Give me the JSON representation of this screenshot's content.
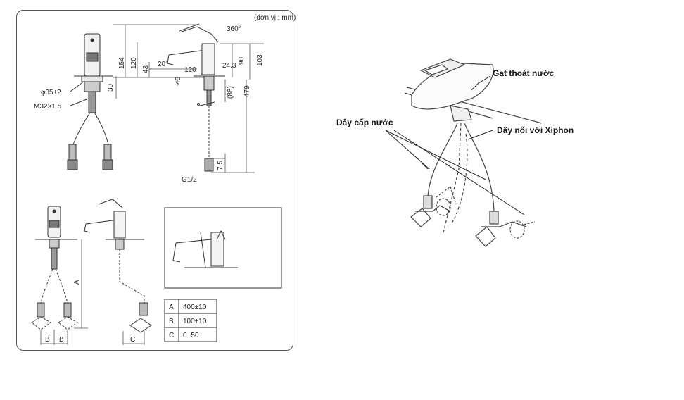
{
  "unit_note": "(đơn vị : mm)",
  "dimensions": {
    "rotation": "360°",
    "d154": "154",
    "d120v": "120",
    "d43": "43",
    "d20": "20°",
    "d120h": "120",
    "d24_3": "24.3",
    "d90": "90",
    "d103": "103",
    "d40": "40",
    "d30": "30",
    "d88": "(88)",
    "d479": "479",
    "d7_5": "7.5",
    "g12": "G1/2",
    "phi35": "φ35±2",
    "m32": "M32×1.5",
    "a": "A",
    "b1": "B",
    "b2": "B",
    "c": "C"
  },
  "table": [
    {
      "key": "A",
      "value": "400±10"
    },
    {
      "key": "B",
      "value": "100±10"
    },
    {
      "key": "C",
      "value": "0~50"
    }
  ],
  "callouts": {
    "lever": "Gạt thoát nước",
    "supply": "Dây cấp nước",
    "siphon": "Dây nối với Xiphon"
  }
}
